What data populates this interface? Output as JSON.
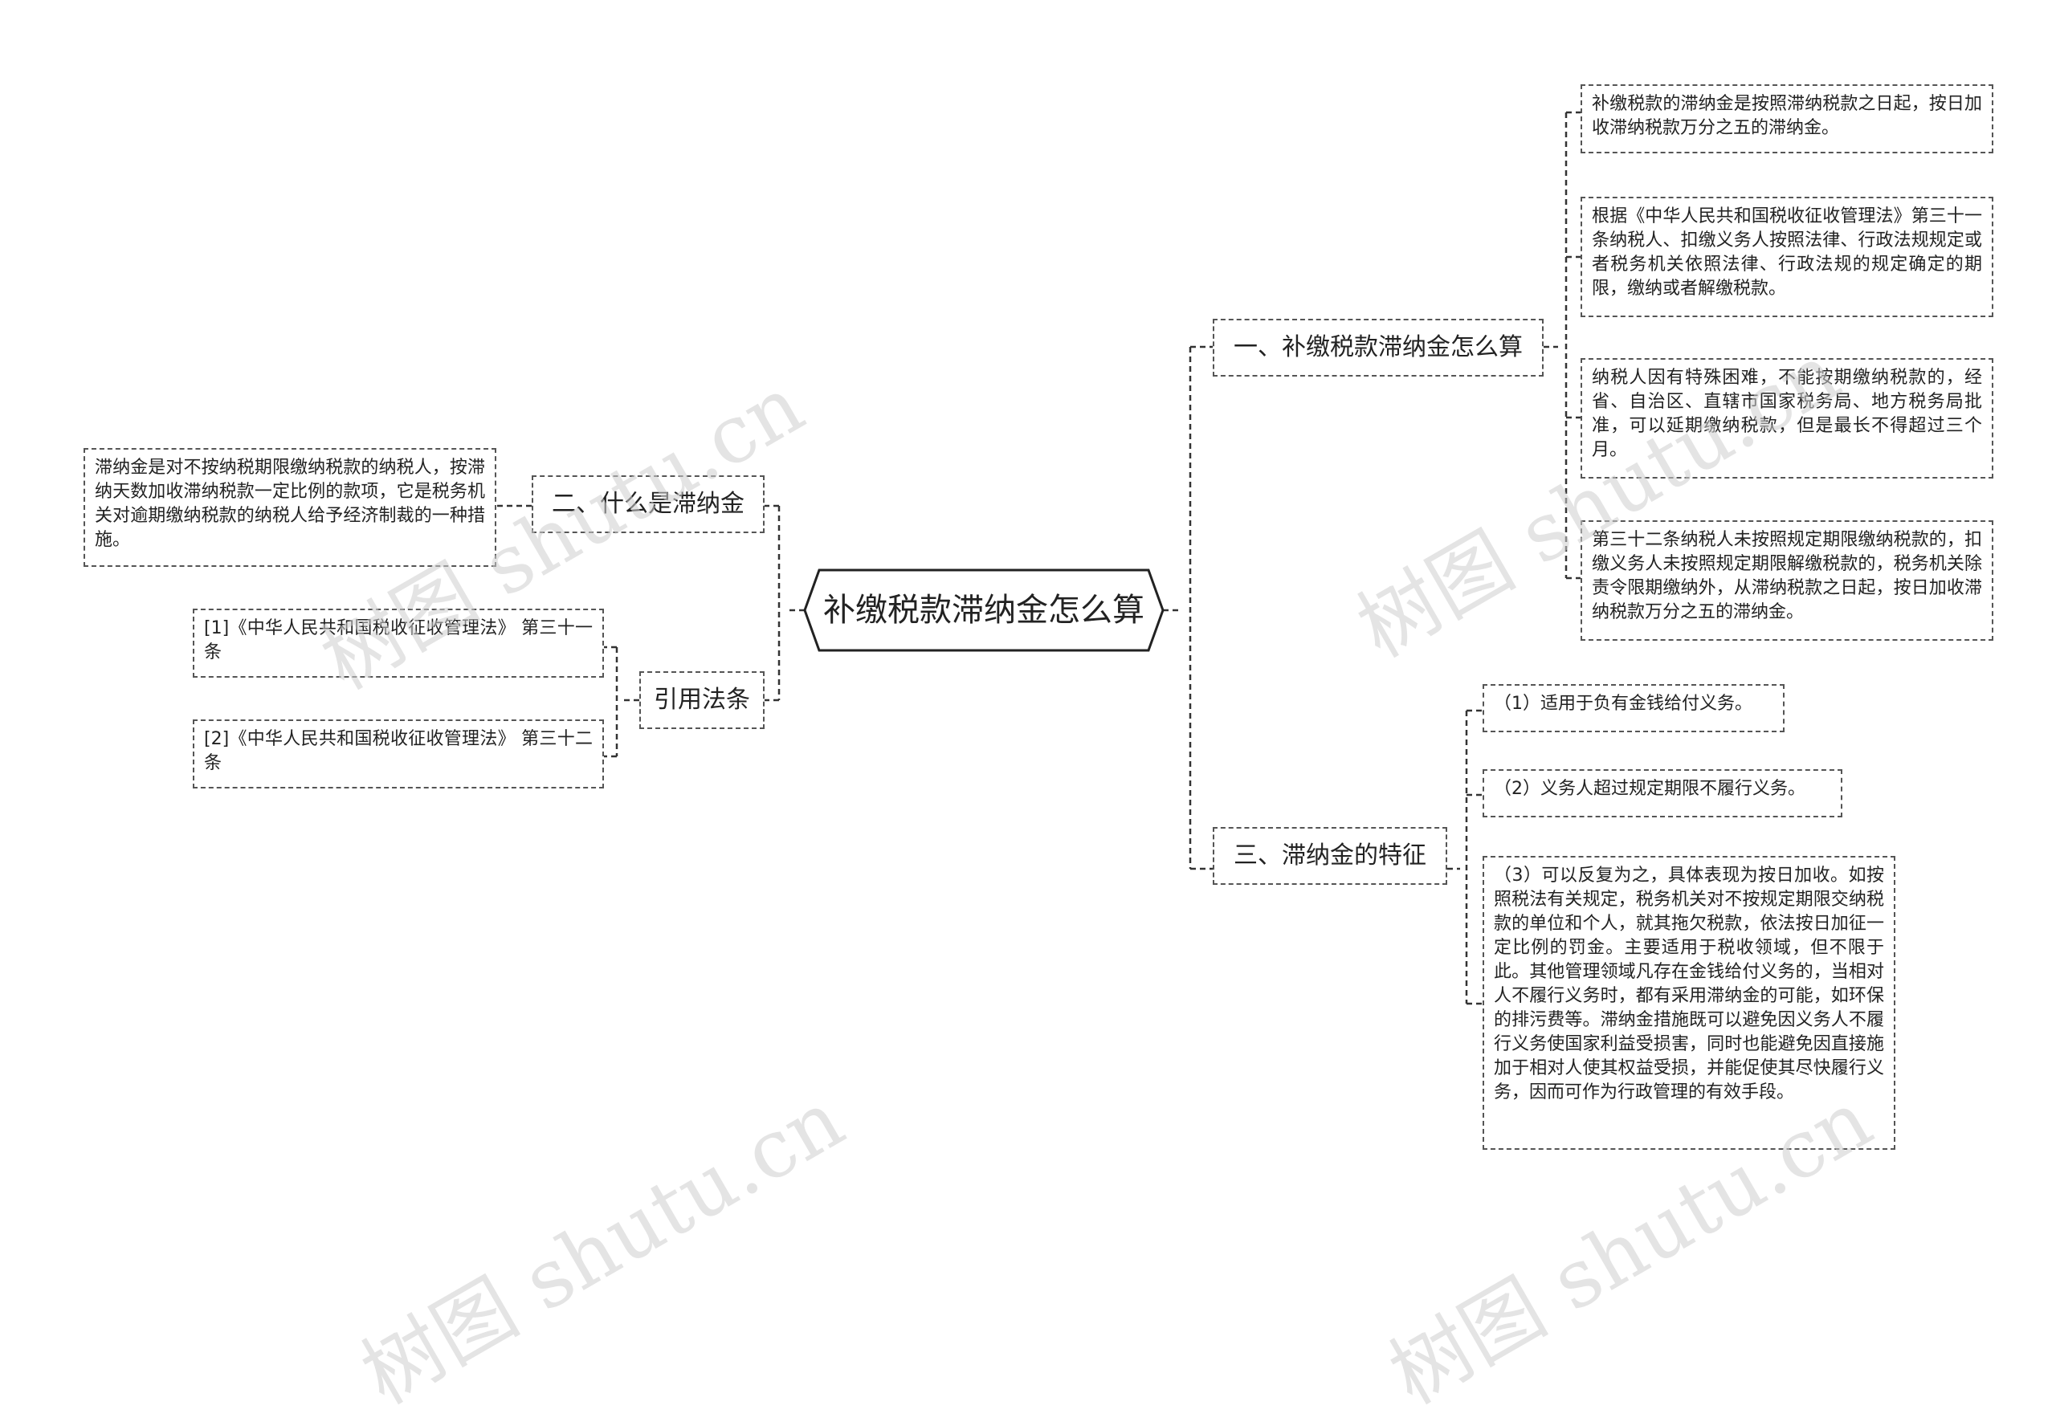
{
  "center": {
    "title": "补缴税款滞纳金怎么算"
  },
  "branches": {
    "b1": {
      "label": "一、补缴税款滞纳金怎么算",
      "leaves": [
        "补缴税款的滞纳金是按照滞纳税款之日起，按日加收滞纳税款万分之五的滞纳金。",
        "根据《中华人民共和国税收征收管理法》第三十一条纳税人、扣缴义务人按照法律、行政法规规定或者税务机关依照法律、行政法规的规定确定的期限，缴纳或者解缴税款。",
        "纳税人因有特殊困难，不能按期缴纳税款的，经省、自治区、直辖市国家税务局、地方税务局批准，可以延期缴纳税款，但是最长不得超过三个月。",
        "第三十二条纳税人未按照规定期限缴纳税款的，扣缴义务人未按照规定期限解缴税款的，税务机关除责令限期缴纳外，从滞纳税款之日起，按日加收滞纳税款万分之五的滞纳金。"
      ]
    },
    "b2": {
      "label": "二、什么是滞纳金",
      "leaves": [
        "滞纳金是对不按纳税期限缴纳税款的纳税人，按滞纳天数加收滞纳税款一定比例的款项，它是税务机关对逾期缴纳税款的纳税人给予经济制裁的一种措施。"
      ]
    },
    "b3": {
      "label": "三、滞纳金的特征",
      "leaves": [
        "（1）适用于负有金钱给付义务。",
        "（2）义务人超过规定期限不履行义务。",
        "（3）可以反复为之，具体表现为按日加收。如按照税法有关规定，税务机关对不按规定期限交纳税款的单位和个人，就其拖欠税款，依法按日加征一定比例的罚金。主要适用于税收领域，但不限于此。其他管理领域凡存在金钱给付义务的，当相对人不履行义务时，都有采用滞纳金的可能，如环保的排污费等。滞纳金措施既可以避免因义务人不履行义务使国家利益受损害，同时也能避免因直接施加于相对人使其权益受损，并能促使其尽快履行义务，因而可作为行政管理的有效手段。"
      ]
    },
    "b4": {
      "label": "引用法条",
      "leaves": [
        "[1]《中华人民共和国税收征收管理法》 第三十一条",
        "[2]《中华人民共和国税收征收管理法》 第三十二条"
      ]
    }
  },
  "watermark": {
    "text": "树图 shutu.cn"
  }
}
